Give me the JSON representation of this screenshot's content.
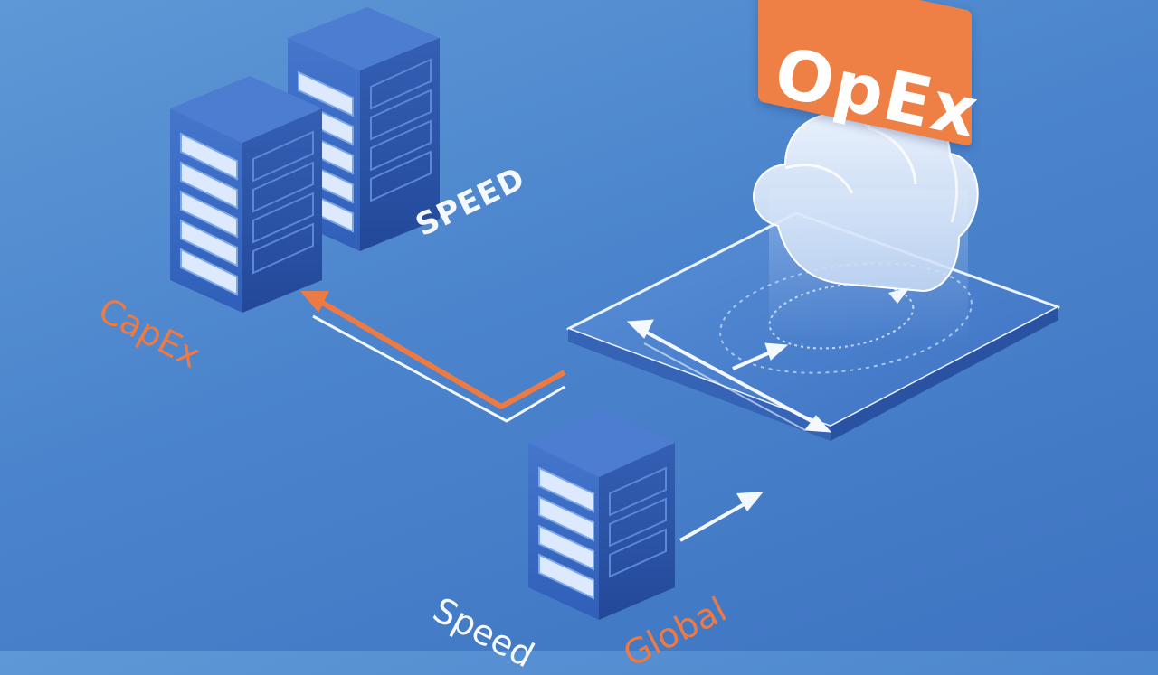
{
  "labels": {
    "opex": "OpEx",
    "capex": "CapEx",
    "speed_top": "SPEED",
    "speed_bottom": "Speed",
    "global": "Global"
  },
  "colors": {
    "background": "#4b84cc",
    "server_face": "#3a67c0",
    "server_side": "#2c54a8",
    "server_top": "#4d7dd1",
    "accent_orange": "#ee7a43",
    "label_white": "#f4f8ff",
    "platform": "#4279c8",
    "cloud": "#e8f1ff"
  },
  "icons": {
    "server": "server-rack-icon",
    "cloud": "cloud-icon",
    "platform": "cloud-platform-icon",
    "arrow": "arrow-icon"
  }
}
